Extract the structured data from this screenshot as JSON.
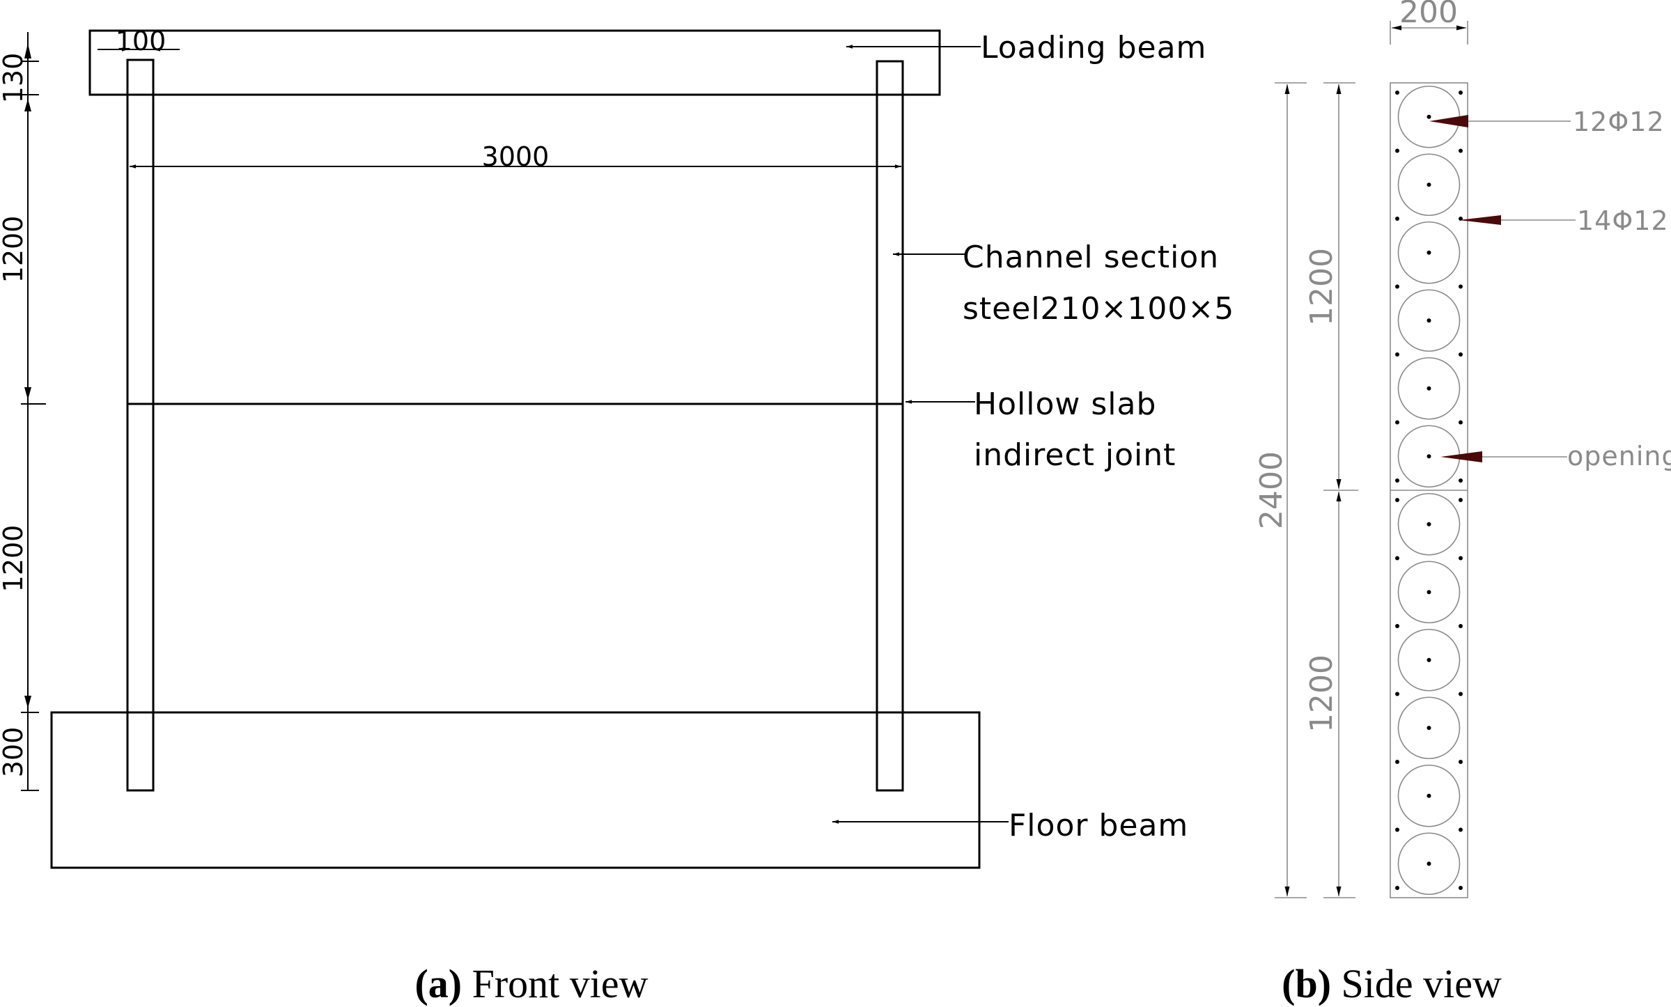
{
  "front_view": {
    "labels": {
      "loading_beam": "Loading beam",
      "channel_section_line1": "Channel section",
      "channel_section_line2": "steel210×100×5",
      "hollow_slab_line1": "Hollow slab",
      "hollow_slab_line2": "indirect joint",
      "floor_beam": "Floor beam"
    },
    "dimensions": {
      "column_width": "100",
      "span": "3000",
      "top_beam_height": "130",
      "upper_slab": "1200",
      "lower_slab": "1200",
      "bottom_embed": "300"
    },
    "caption_letter": "(a)",
    "caption_text": " Front view"
  },
  "side_view": {
    "dimensions": {
      "width": "200",
      "total_height": "2400",
      "upper_slab": "1200",
      "lower_slab": "1200"
    },
    "labels": {
      "rebar_top": "12Φ12",
      "rebar_side": "14Φ12",
      "opening": "opening"
    },
    "openings_per_slab": 6,
    "caption_letter": "(b)",
    "caption_text": " Side view"
  },
  "colors": {
    "line": "#000000",
    "annotation_gray": "#8a8a8a",
    "arrow_head": "#4a0a0a"
  }
}
